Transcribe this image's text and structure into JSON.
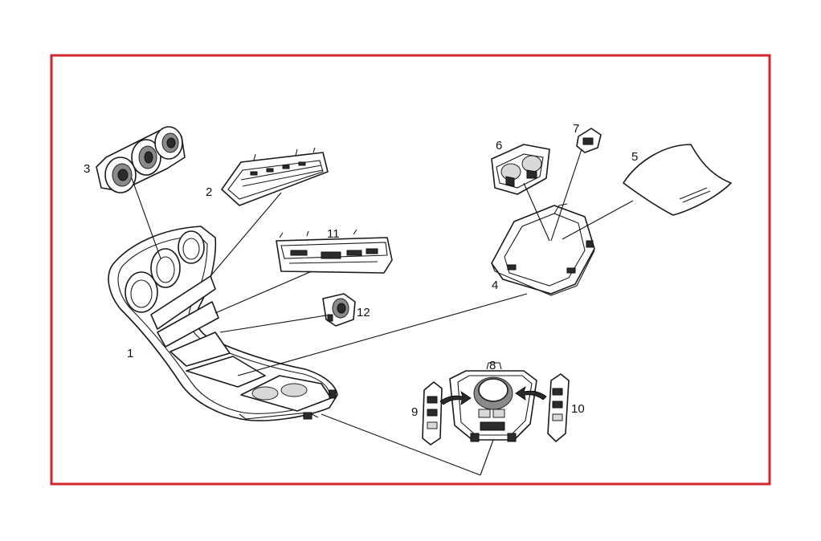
{
  "diagram": {
    "frame_color": "#d3262c",
    "callouts": {
      "c1": "1",
      "c2": "2",
      "c3": "3",
      "c4": "4",
      "c5": "5",
      "c6": "6",
      "c7": "7",
      "c8": "8",
      "c9": "9",
      "c10": "10",
      "c11": "11",
      "c12": "12"
    }
  }
}
